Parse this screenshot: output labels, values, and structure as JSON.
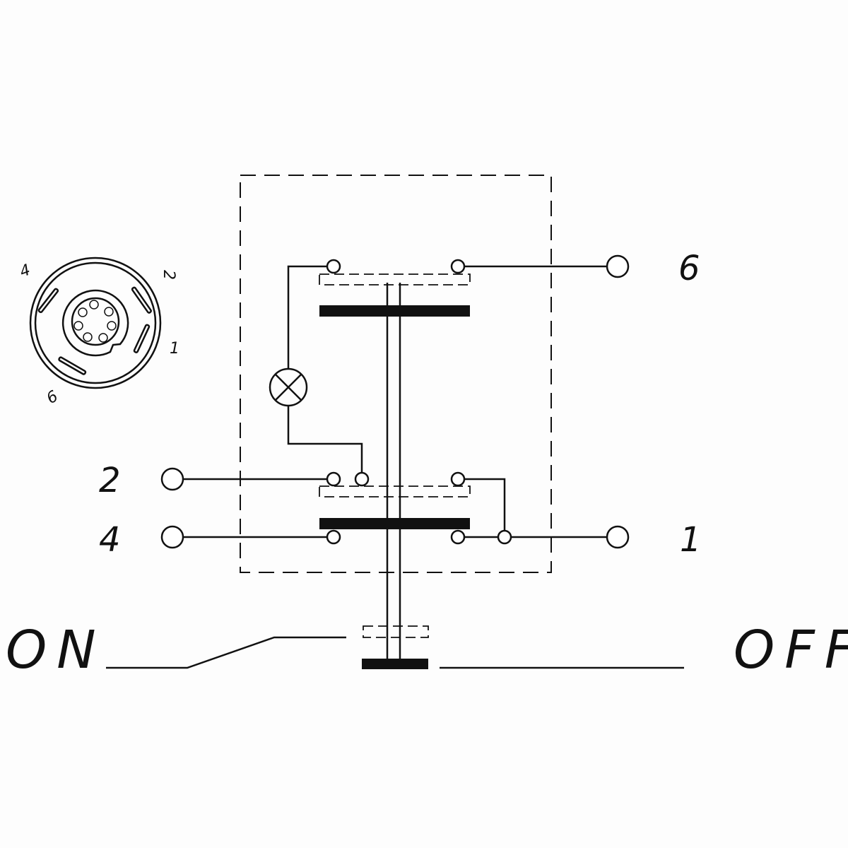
{
  "connector": {
    "labels": [
      "4",
      "2",
      "1",
      "6"
    ]
  },
  "terminals": {
    "t6": "6",
    "t2": "2",
    "t4": "4",
    "t1": "1"
  },
  "positions": {
    "on": "ON",
    "off": "OFF"
  }
}
